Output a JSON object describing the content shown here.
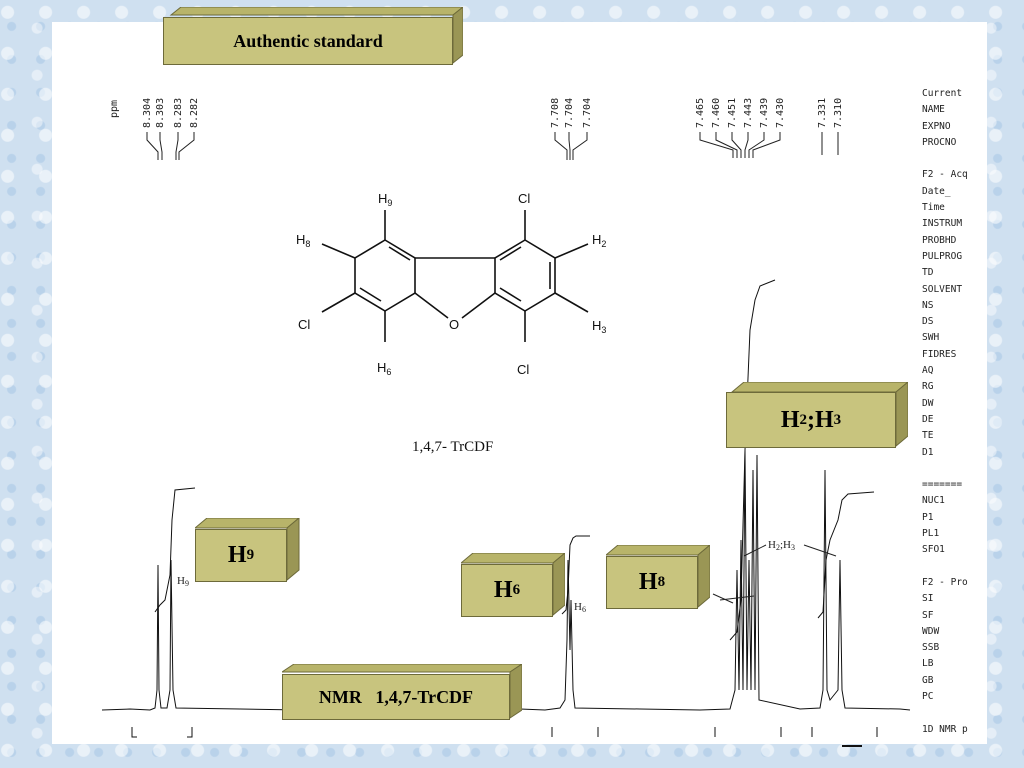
{
  "banner": {
    "label": "Authentic standard"
  },
  "molecule": {
    "name": "1,4,7- TrCDF",
    "atoms": {
      "h9": "H9",
      "h8": "H8",
      "h6": "H6",
      "h2": "H2",
      "h3": "H3",
      "cl_left": "Cl",
      "cl_top": "Cl",
      "cl_bottom": "Cl",
      "o": "O"
    }
  },
  "ppm_label": "ppm",
  "peak_groups": [
    {
      "values": [
        "8.304",
        "8.303",
        "8.283",
        "8.282"
      ]
    },
    {
      "values": [
        "7.708",
        "7.704",
        "7.704"
      ]
    },
    {
      "values": [
        "7.465",
        "7.460",
        "7.451",
        "7.443",
        "7.439",
        "7.430"
      ]
    },
    {
      "values": [
        "7.331",
        "7.310"
      ]
    }
  ],
  "callouts": {
    "h2h3": {
      "main": "H",
      "sub1": "2",
      "sep": " ; ",
      "main2": "H",
      "sub2": "3"
    },
    "h9": {
      "main": "H",
      "sub": "9"
    },
    "h6": {
      "main": "H",
      "sub": "6"
    },
    "h8": {
      "main": "H",
      "sub": "8"
    },
    "nmr": "NMR   1,4,7-TrCDF"
  },
  "spectrum_labels": {
    "h9": "H9",
    "h6": "H6",
    "h2h3": "H2;H3"
  },
  "params": [
    "Current",
    "NAME",
    "EXPNO",
    "PROCNO",
    "",
    "F2 - Acq",
    "Date_",
    "Time",
    "INSTRUM",
    "PROBHD",
    "PULPROG",
    "TD",
    "SOLVENT",
    "NS",
    "DS",
    "SWH",
    "FIDRES",
    "AQ",
    "RG",
    "DW",
    "DE",
    "TE",
    "D1",
    "",
    "=======",
    "NUC1",
    "P1",
    "PL1",
    "SFO1",
    "",
    "F2 - Pro",
    "SI",
    "SF",
    "WDW",
    "SSB",
    "LB",
    "GB",
    "PC",
    "",
    "1D NMR p"
  ]
}
